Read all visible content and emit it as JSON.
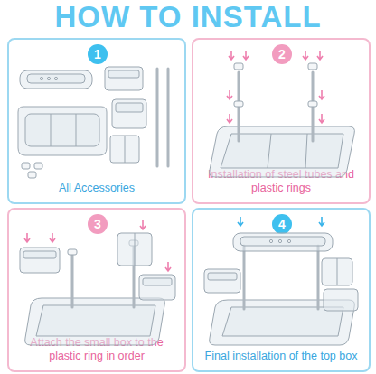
{
  "diagram": {
    "title": "HOW TO INSTALL",
    "nodes": [
      {
        "text": [
          "All Accessories"
        ]
      },
      {
        "text": [
          "1"
        ],
        "in": 0
      },
      {
        "text": [
          "Installation of steel tubes and plastic rings"
        ]
      },
      {
        "text": [
          "2"
        ],
        "in": 2
      },
      {
        "text": [
          "Attach the small box to the plastic ring in order"
        ]
      },
      {
        "text": [
          "3"
        ],
        "in": 4
      },
      {
        "text": [
          "Final installation of the top box"
        ]
      },
      {
        "text": [
          "4"
        ],
        "in": 6
      }
    ]
  }
}
